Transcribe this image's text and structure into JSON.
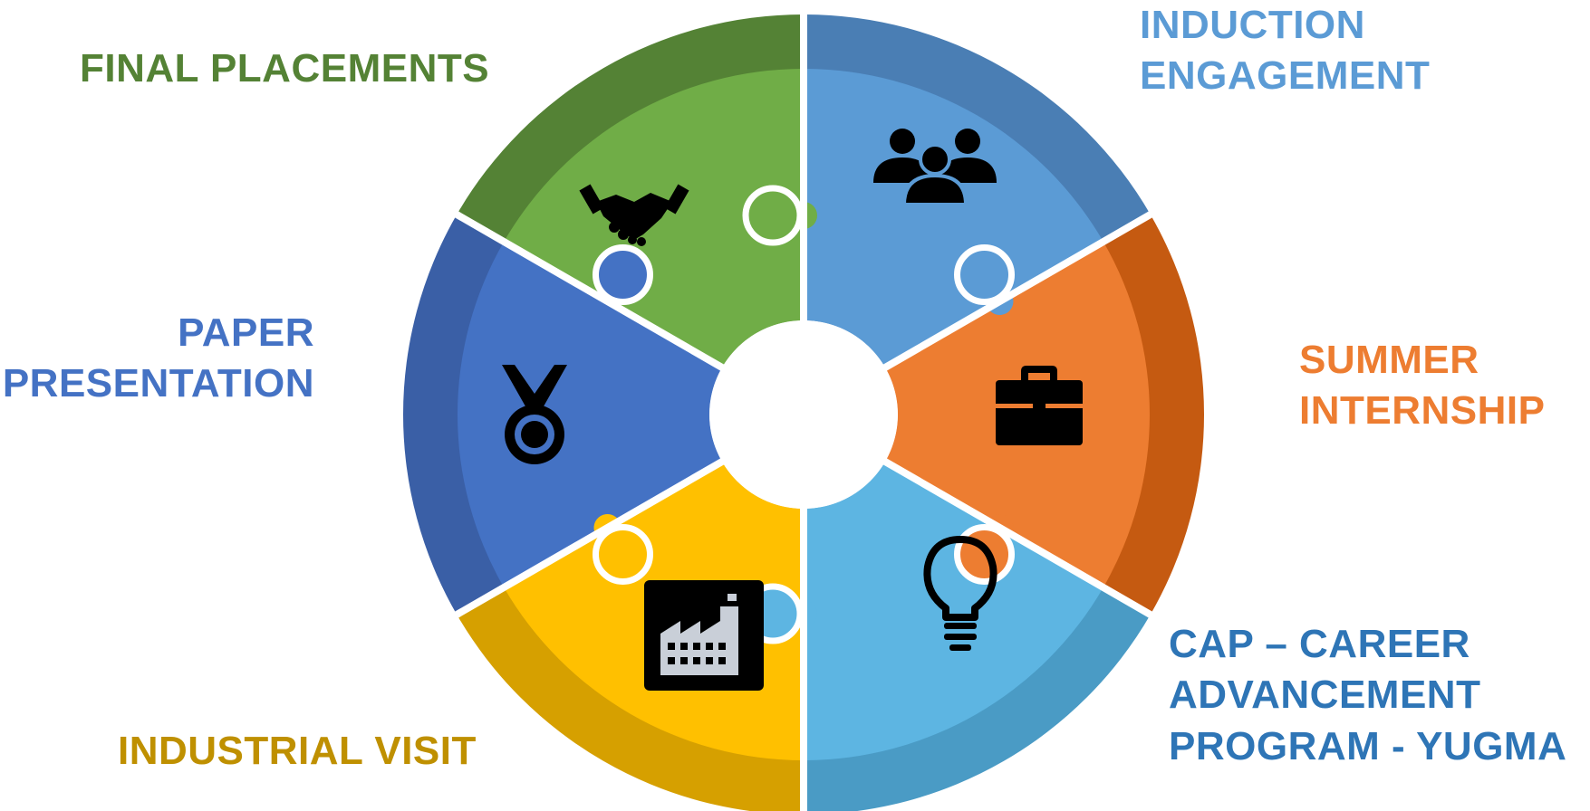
{
  "segments": [
    {
      "key": "final",
      "lines": [
        "FINAL PLACEMENTS"
      ],
      "icon": "handshake-icon",
      "inner_color": "#70AD47",
      "outer_color": "#548235",
      "text_color": "#548235"
    },
    {
      "key": "induct",
      "lines": [
        "INDUCTION",
        "ENGAGEMENT"
      ],
      "icon": "people-group-icon",
      "inner_color": "#5B9BD5",
      "outer_color": "#4A7EB4",
      "text_color": "#5B9BD5"
    },
    {
      "key": "summer",
      "lines": [
        "SUMMER",
        "INTERNSHIP"
      ],
      "icon": "briefcase-icon",
      "inner_color": "#ED7D31",
      "outer_color": "#C55A11",
      "text_color": "#ED7D31"
    },
    {
      "key": "cap",
      "lines": [
        "CAP – CAREER",
        "ADVANCEMENT",
        "PROGRAM - YUGMA"
      ],
      "icon": "lightbulb-icon",
      "inner_color": "#5DB5E2",
      "outer_color": "#4A9BC5",
      "text_color": "#2E75B6"
    },
    {
      "key": "visit",
      "lines": [
        "INDUSTRIAL VISIT"
      ],
      "icon": "factory-icon",
      "inner_color": "#FFC000",
      "outer_color": "#D6A000",
      "text_color": "#BF9000"
    },
    {
      "key": "paper",
      "lines": [
        "PAPER",
        "PRESENTATION"
      ],
      "icon": "medal-icon",
      "inner_color": "#4472C4",
      "outer_color": "#3A5FA6",
      "text_color": "#4472C4"
    }
  ]
}
